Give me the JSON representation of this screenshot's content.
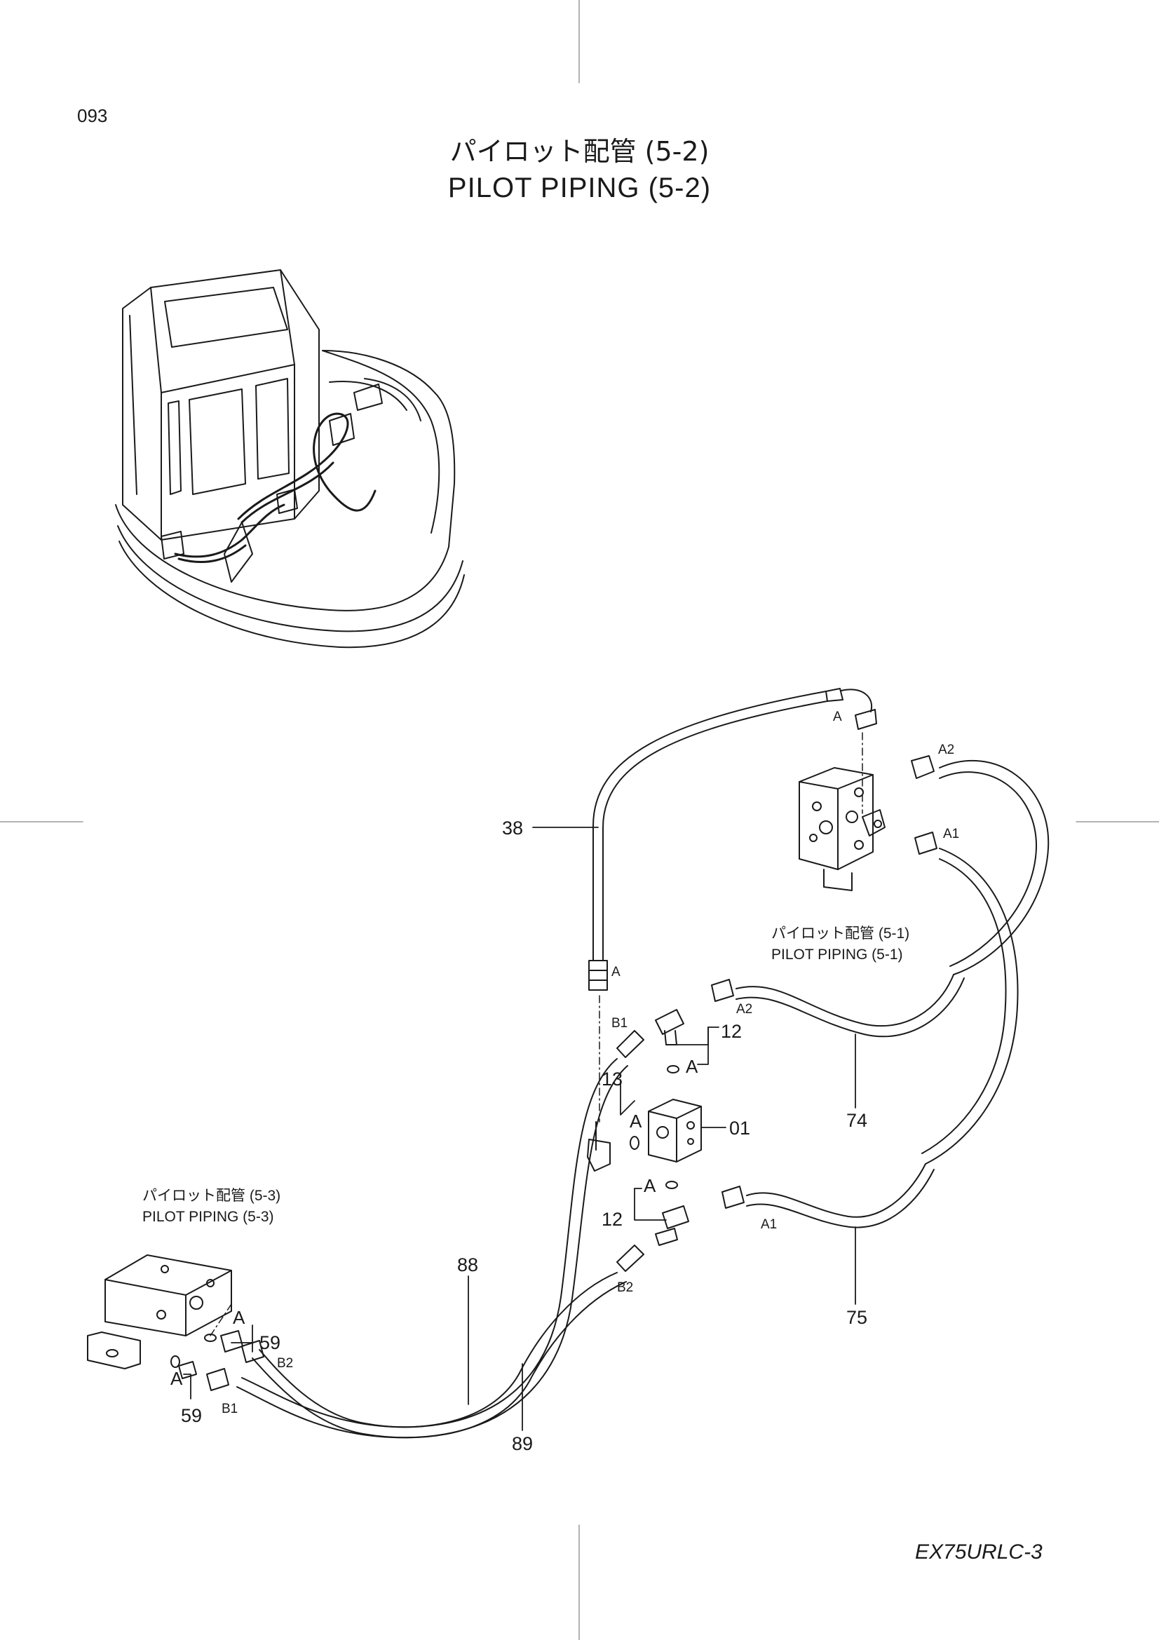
{
  "page_number": "093",
  "title_ja": "パイロット配管 (5-2)",
  "title_en": "PILOT  PIPING  (5-2)",
  "model_code": "EX75URLC-3",
  "references": [
    {
      "ja": "パイロット配管 (5-1)",
      "en": "PILOT PIPING (5-1)"
    },
    {
      "ja": "パイロット配管 (5-3)",
      "en": "PILOT PIPING (5-3)"
    }
  ],
  "callouts": {
    "c38": "38",
    "c12_top": "12",
    "c13": "13",
    "c01": "01",
    "c74": "74",
    "c12_bottom": "12",
    "c75": "75",
    "c88": "88",
    "c89": "89",
    "c59_top": "59",
    "c59_bottom": "59"
  },
  "port_labels": {
    "a_top": "A",
    "a2_top": "A2",
    "a1_top": "A1",
    "a_hose38": "A",
    "b1_upper": "B1",
    "a2_mid": "A2",
    "a_ref12": "A",
    "a_ref13": "A",
    "a_ref12b": "A",
    "a1_low": "A1",
    "b2_upper": "B2",
    "a_ref59": "A",
    "b2_lower": "B2",
    "a_ref59b": "A",
    "b1_lower": "B1"
  }
}
